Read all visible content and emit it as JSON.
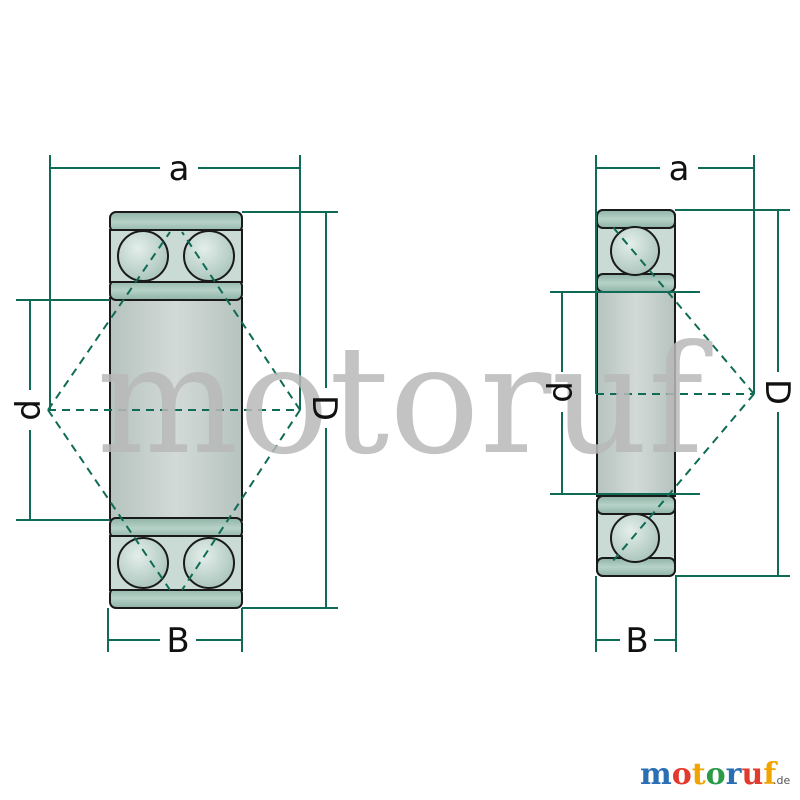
{
  "labels": {
    "left": {
      "a": "a",
      "d": "d",
      "D": "D",
      "B": "B"
    },
    "right": {
      "a": "a",
      "d": "d",
      "D": "D",
      "B": "B"
    }
  },
  "watermark": "motoruf",
  "logo": {
    "letters": [
      "m",
      "o",
      "t",
      "o",
      "r",
      "u",
      "f"
    ],
    "letter_colors": [
      "#2a6fb3",
      "#e23b2e",
      "#f0a400",
      "#2a9a48",
      "#2a6fb3",
      "#e23b2e",
      "#f0a400"
    ],
    "suffix": ".de"
  },
  "colors": {
    "dimension_line": "#0f6b55",
    "bearing_fill": "#a9c9bd",
    "bore_fill": "#c6d0cc",
    "outline": "#1a1a1a"
  }
}
